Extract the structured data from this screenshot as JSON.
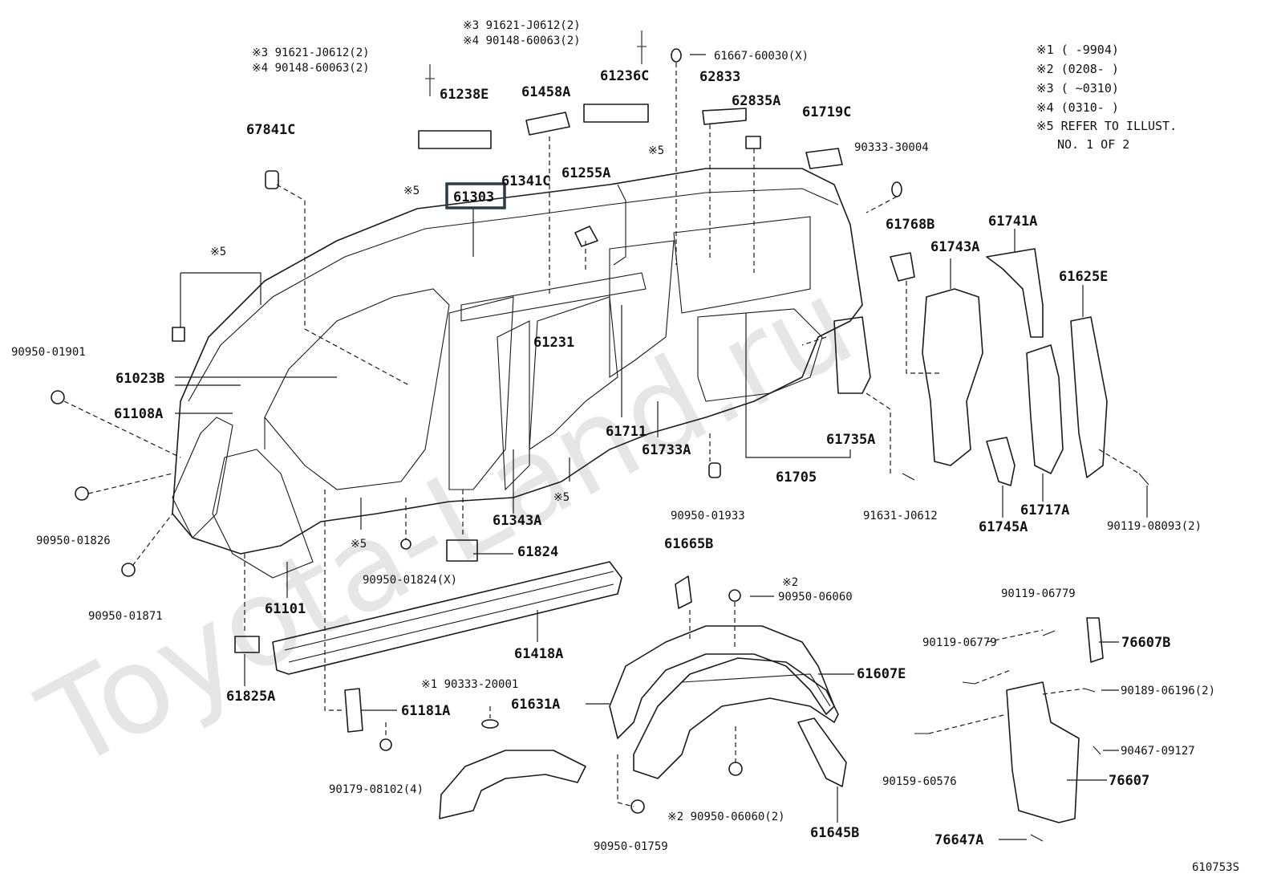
{
  "watermark": "Toyota-Land.ru",
  "illustration_id": "610753S",
  "highlight_part": "61303",
  "notes": {
    "n1": "※1 (      -9904)",
    "n2": "※2 (0208-      )",
    "n3": "※3 (      ~0310)",
    "n4": "※4 (0310-      )",
    "n5a": "※5 REFER TO ILLUST.",
    "n5b": "NO. 1 OF 2"
  },
  "labels": {
    "l_91621_a": "※3 91621-J0612(2)",
    "l_90148_a": "※4 90148-60063(2)",
    "l_91621_b": "※3 91621-J0612(2)",
    "l_90148_b": "※4 90148-60063(2)",
    "l_61667": "61667-60030(X)",
    "l_61238E": "61238E",
    "l_61458A": "61458A",
    "l_61236C": "61236C",
    "l_62833": "62833",
    "l_62835A": "62835A",
    "l_61719C": "61719C",
    "l_67841C": "67841C",
    "l_x5_top": "※5",
    "l_90333_30004": "90333-30004",
    "l_x5_left": "※5",
    "l_61341C": "61341C",
    "l_61255A": "61255A",
    "l_61768B": "61768B",
    "l_61741A": "61741A",
    "l_61743A": "61743A",
    "l_61625E": "61625E",
    "l_x5_side": "※5",
    "l_90950_01901": "90950-01901",
    "l_61231": "61231",
    "l_61023B": "61023B",
    "l_61108A": "61108A",
    "l_61711": "61711",
    "l_61733A": "61733A",
    "l_61735A": "61735A",
    "l_90950_01826": "90950-01826",
    "l_x5_b1": "※5",
    "l_61705": "61705",
    "l_61717A": "61717A",
    "l_91631": "91631-J0612",
    "l_90950_01933": "90950-01933",
    "l_61343A": "61343A",
    "l_61745A": "61745A",
    "l_90119_08093": "90119-08093(2)",
    "l_x5_b2": "※5",
    "l_61824": "61824",
    "l_61665B": "61665B",
    "l_90950_01824": "90950-01824(X)",
    "l_90950_01871": "90950-01871",
    "l_61101": "61101",
    "l_x2_a": "※2",
    "l_90950_06060": "90950-06060",
    "l_90119_06779_a": "90119-06779",
    "l_61418A": "61418A",
    "l_90119_06779_b": "90119-06779",
    "l_76607B": "76607B",
    "l_61607E": "61607E",
    "l_61825A": "61825A",
    "l_90333_20001": "※1 90333-20001",
    "l_90189": "90189-06196(2)",
    "l_61631A": "61631A",
    "l_61181A": "61181A",
    "l_90467": "90467-09127",
    "l_90159": "90159-60576",
    "l_76607": "76607",
    "l_90179": "90179-08102(4)",
    "l_90950_06060_2": "※2 90950-06060(2)",
    "l_61645B": "61645B",
    "l_76647A": "76647A",
    "l_90950_01759": "90950-01759"
  }
}
